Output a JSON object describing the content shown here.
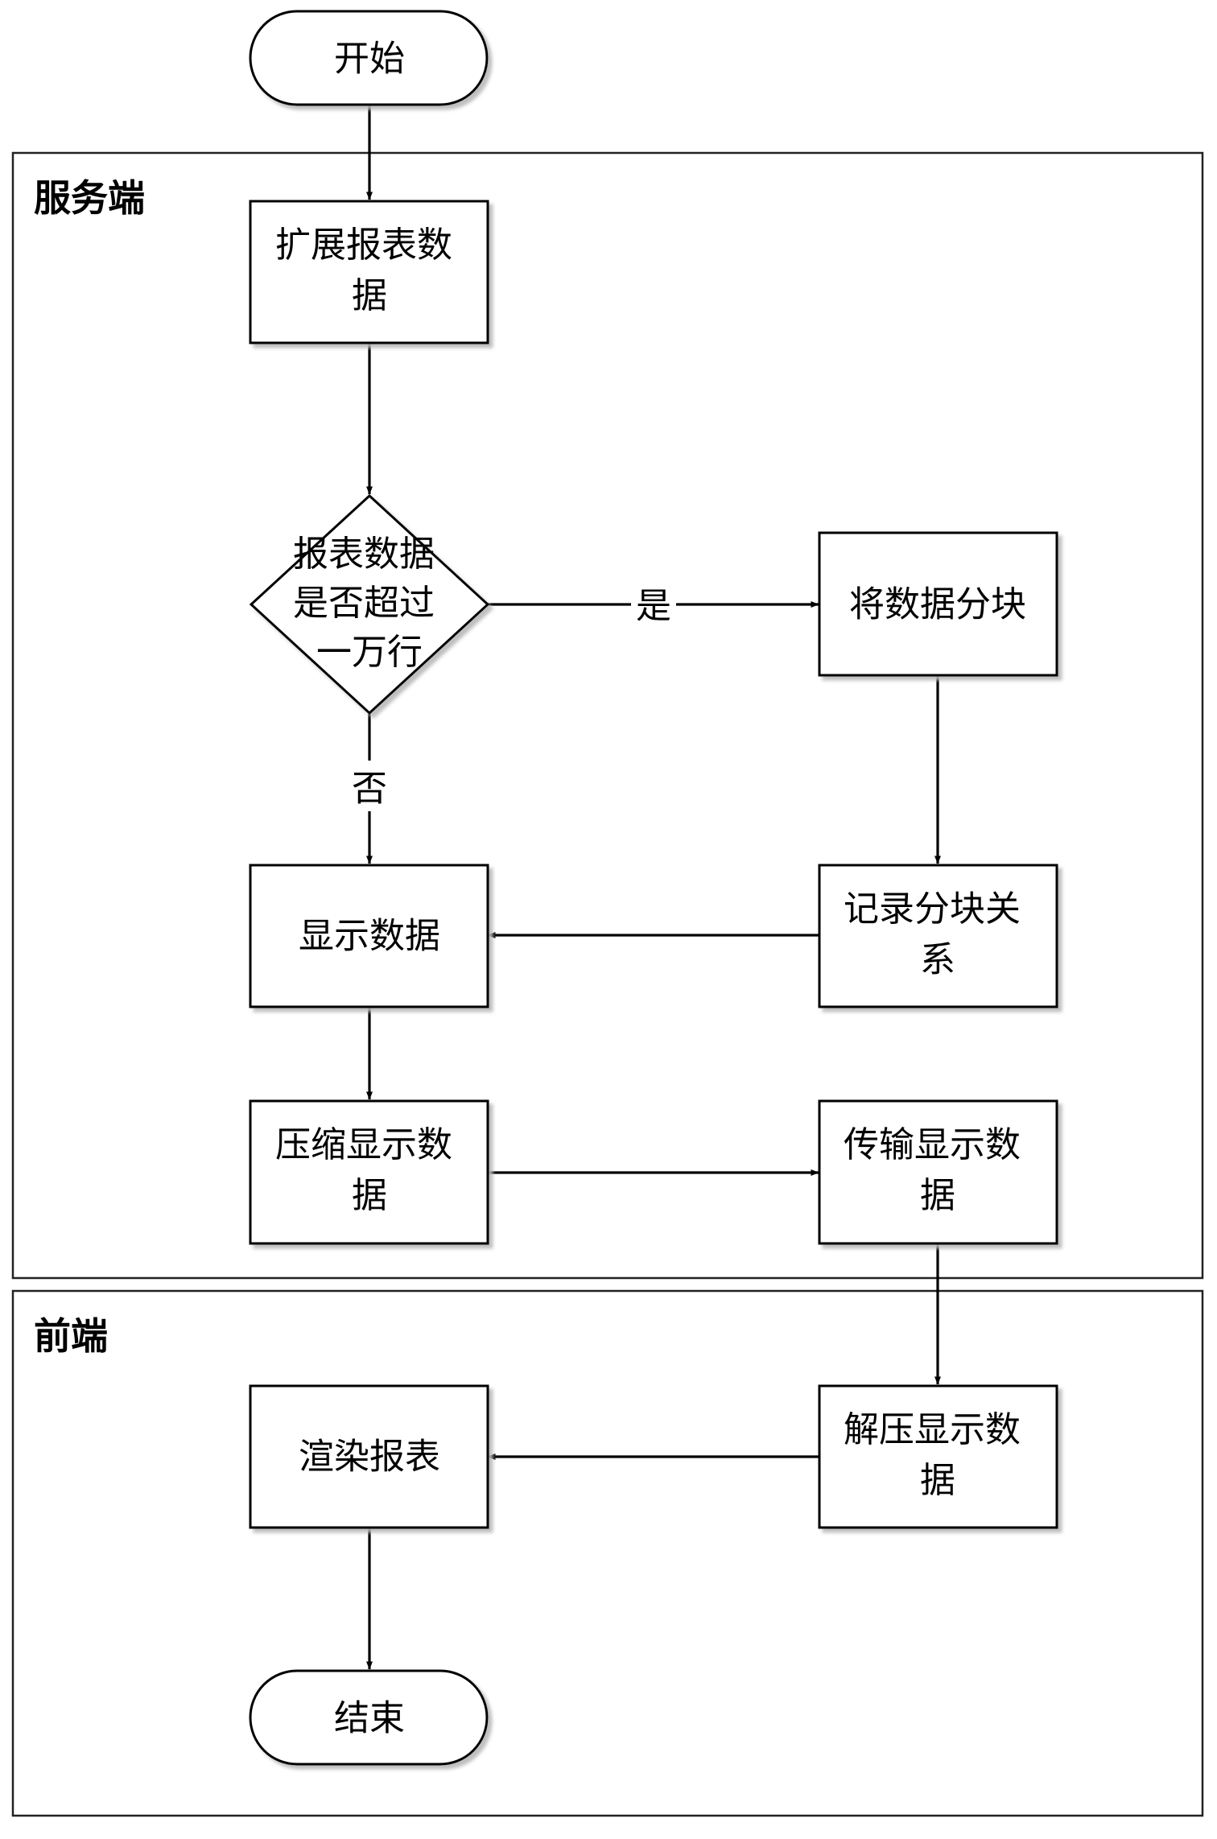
{
  "lanes": {
    "server": "服务端",
    "frontend": "前端"
  },
  "nodes": {
    "start": "开始",
    "expand": [
      "扩展报表数",
      "据"
    ],
    "decision": [
      "报表数据",
      "是否超过",
      "一万行"
    ],
    "chunk": "将数据分块",
    "display": "显示数据",
    "record": [
      "记录分块关",
      "系"
    ],
    "compress": [
      "压缩显示数",
      "据"
    ],
    "transfer": [
      "传输显示数",
      "据"
    ],
    "decompress": [
      "解压显示数",
      "据"
    ],
    "render": "渲染报表",
    "end": "结束"
  },
  "edges": {
    "yes": "是",
    "no": "否"
  }
}
